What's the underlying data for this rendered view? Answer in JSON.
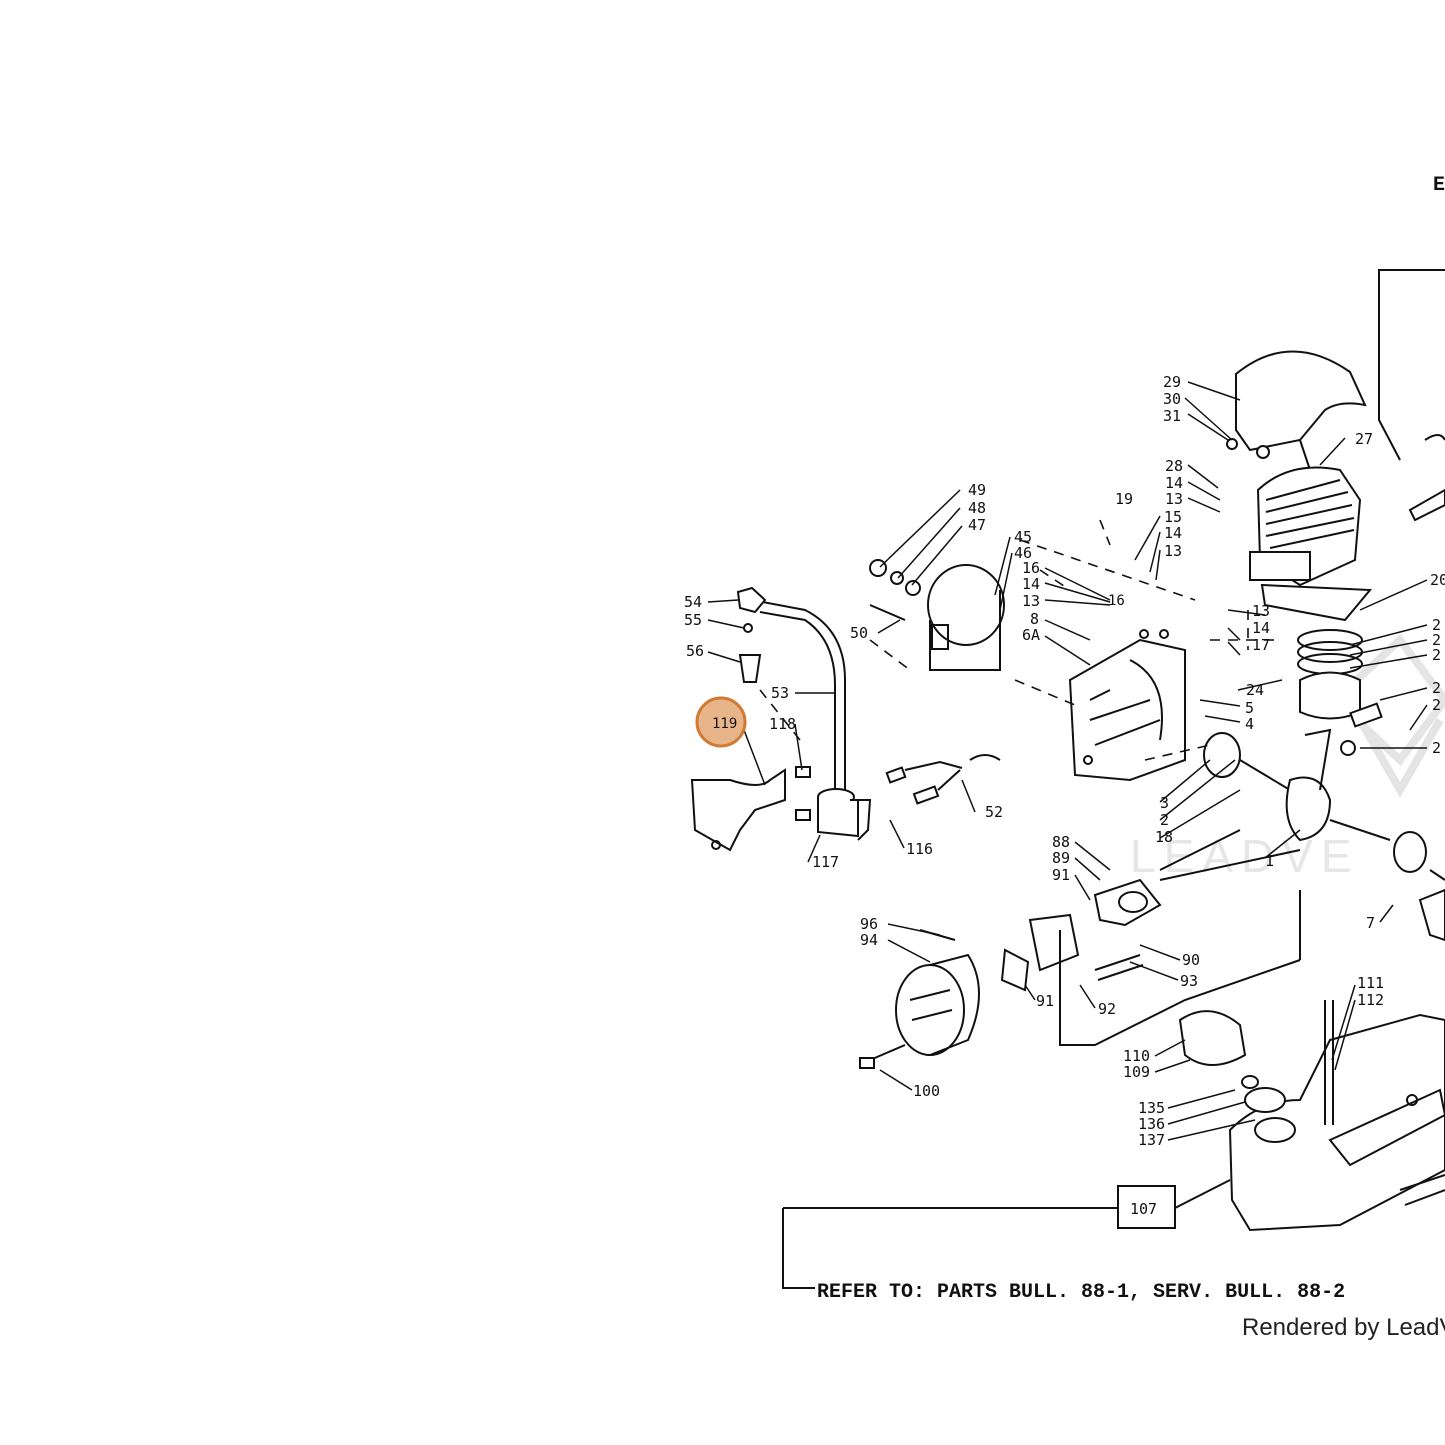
{
  "header": {
    "top_right_fragment": "E"
  },
  "parts": {
    "c1": [
      "29",
      "30",
      "31",
      "27",
      "28",
      "14",
      "13",
      "15",
      "14",
      "13",
      "19",
      "16",
      "14",
      "13",
      "16",
      "8",
      "6A"
    ],
    "c2": [
      "49",
      "48",
      "47",
      "45",
      "46",
      "50"
    ],
    "c3": [
      "54",
      "55",
      "56",
      "53",
      "118",
      "52",
      "116",
      "117"
    ],
    "c4": [
      "5",
      "4",
      "3",
      "2",
      "18",
      "1",
      "24",
      "13",
      "14",
      "17",
      "7"
    ],
    "c5": [
      "88",
      "89",
      "91",
      "90",
      "93",
      "92",
      "91",
      "96",
      "94",
      "100"
    ],
    "c6": [
      "111",
      "112",
      "110",
      "109",
      "135",
      "136",
      "137",
      "107"
    ],
    "right_edge": [
      "20",
      "2",
      "2",
      "2",
      "2",
      "2",
      "2"
    ]
  },
  "highlight": {
    "label": "119",
    "color": "#d9995b"
  },
  "footer": {
    "refer_text": "REFER TO: PARTS BULL. 88-1, SERV. BULL. 88-2",
    "rendered_by": "Rendered by LeadVe"
  },
  "watermark": {
    "text": "LEADVE"
  }
}
